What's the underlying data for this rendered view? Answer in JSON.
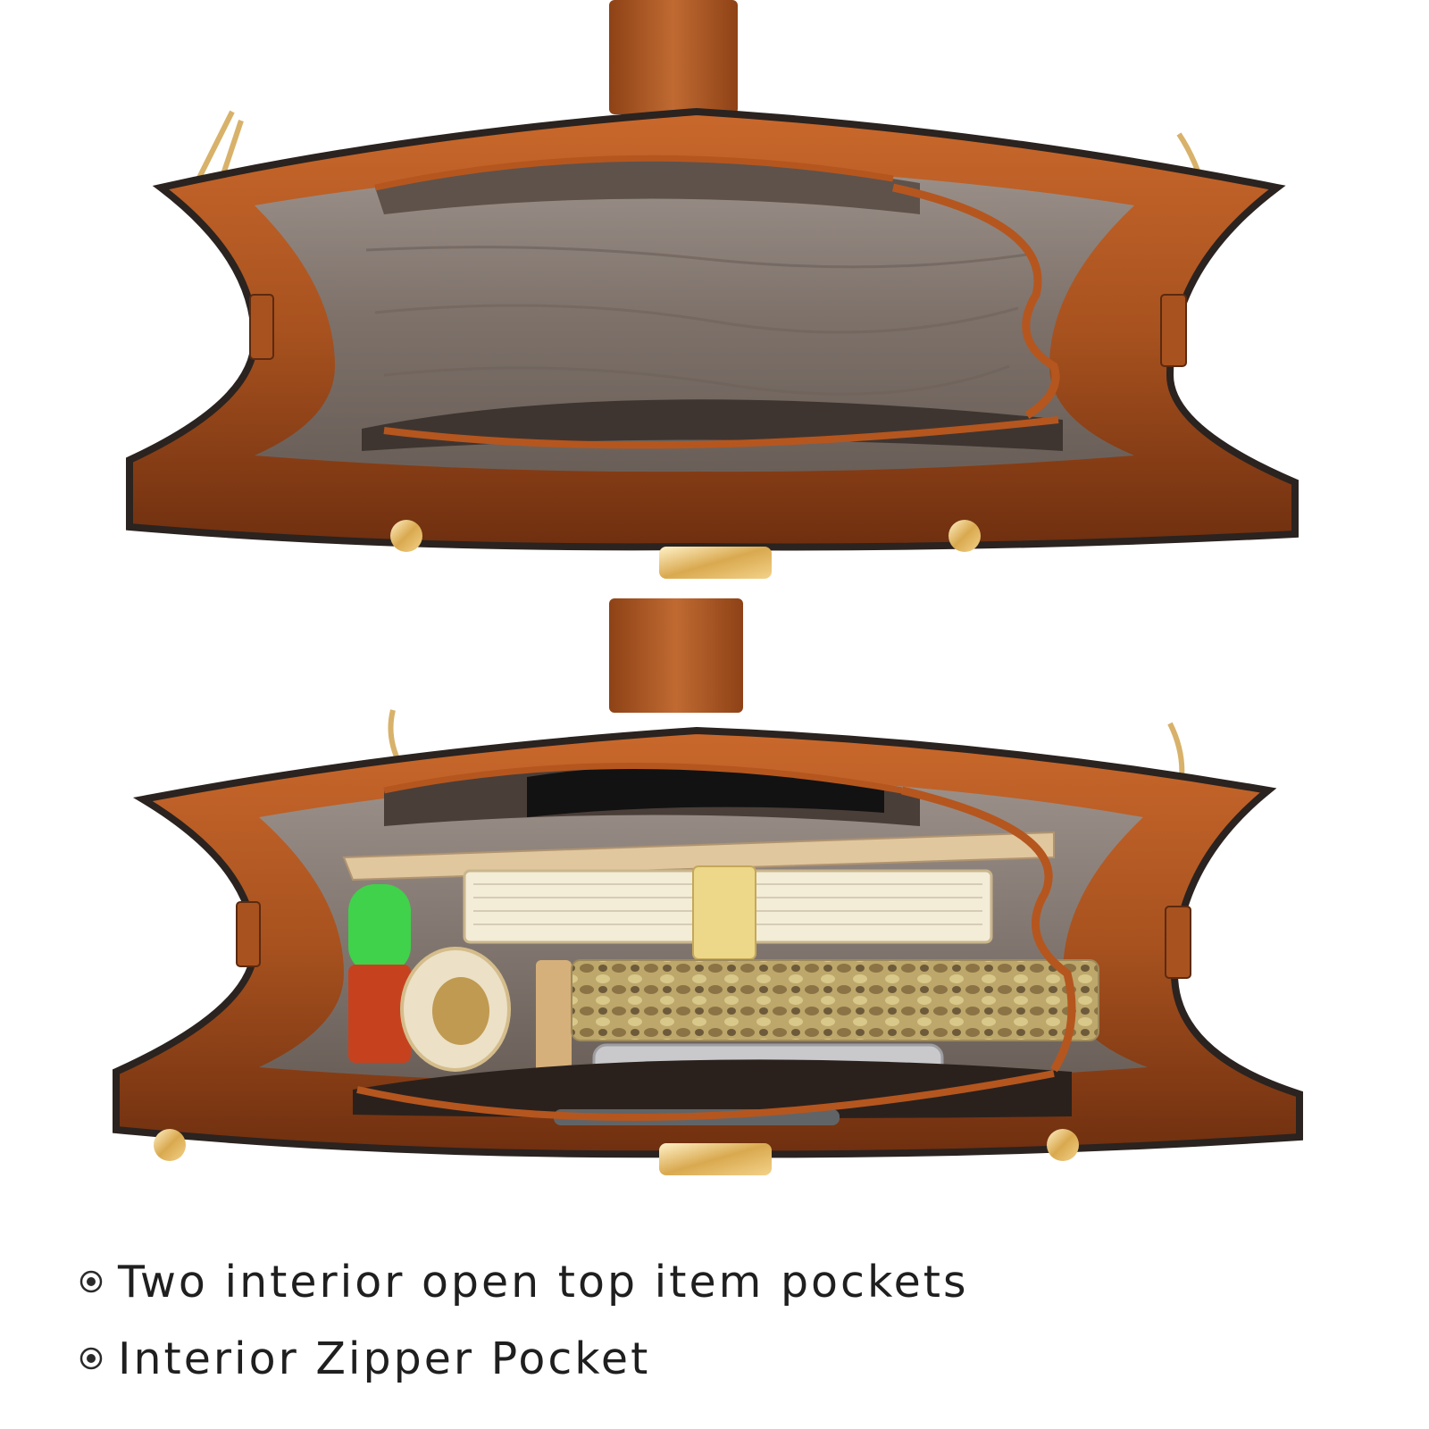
{
  "photos": [
    {
      "label": "handbag-interior-empty"
    },
    {
      "label": "handbag-interior-filled"
    }
  ],
  "features": [
    {
      "icon": "radio-bullet-icon",
      "text": "Two interior open top item pockets"
    },
    {
      "icon": "radio-bullet-icon",
      "text": "Interior Zipper Pocket"
    }
  ],
  "colors": {
    "leather": "#a8521f",
    "leather_dark": "#6f2f0f",
    "lining": "#8c7f77",
    "lining_dark": "#5e524b",
    "piping": "#2a2320",
    "zipper": "#b5561f",
    "hardware": "#e7c27a",
    "text": "#1f1f1f"
  }
}
